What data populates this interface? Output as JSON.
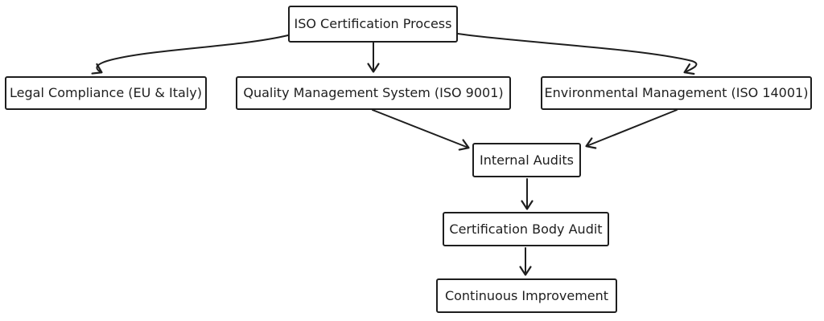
{
  "diagram": {
    "type": "flowchart",
    "title": "ISO Certification Process",
    "background_color": "#ffffff",
    "stroke_color": "#1e1e1e",
    "node_fill_color": "#ffffff",
    "nodes": [
      {
        "id": "iso-certification-process",
        "label": "ISO Certification Process"
      },
      {
        "id": "legal-compliance",
        "label": "Legal Compliance (EU & Italy)"
      },
      {
        "id": "quality-management-system",
        "label": "Quality Management System (ISO 9001)"
      },
      {
        "id": "environmental-management",
        "label": "Environmental Management (ISO 14001)"
      },
      {
        "id": "internal-audits",
        "label": "Internal Audits"
      },
      {
        "id": "certification-body-audit",
        "label": "Certification Body Audit"
      },
      {
        "id": "continuous-improvement",
        "label": "Continuous Improvement"
      }
    ],
    "edges": [
      {
        "from": "iso-certification-process",
        "to": "legal-compliance"
      },
      {
        "from": "iso-certification-process",
        "to": "quality-management-system"
      },
      {
        "from": "iso-certification-process",
        "to": "environmental-management"
      },
      {
        "from": "quality-management-system",
        "to": "internal-audits"
      },
      {
        "from": "environmental-management",
        "to": "internal-audits"
      },
      {
        "from": "internal-audits",
        "to": "certification-body-audit"
      },
      {
        "from": "certification-body-audit",
        "to": "continuous-improvement"
      }
    ]
  }
}
